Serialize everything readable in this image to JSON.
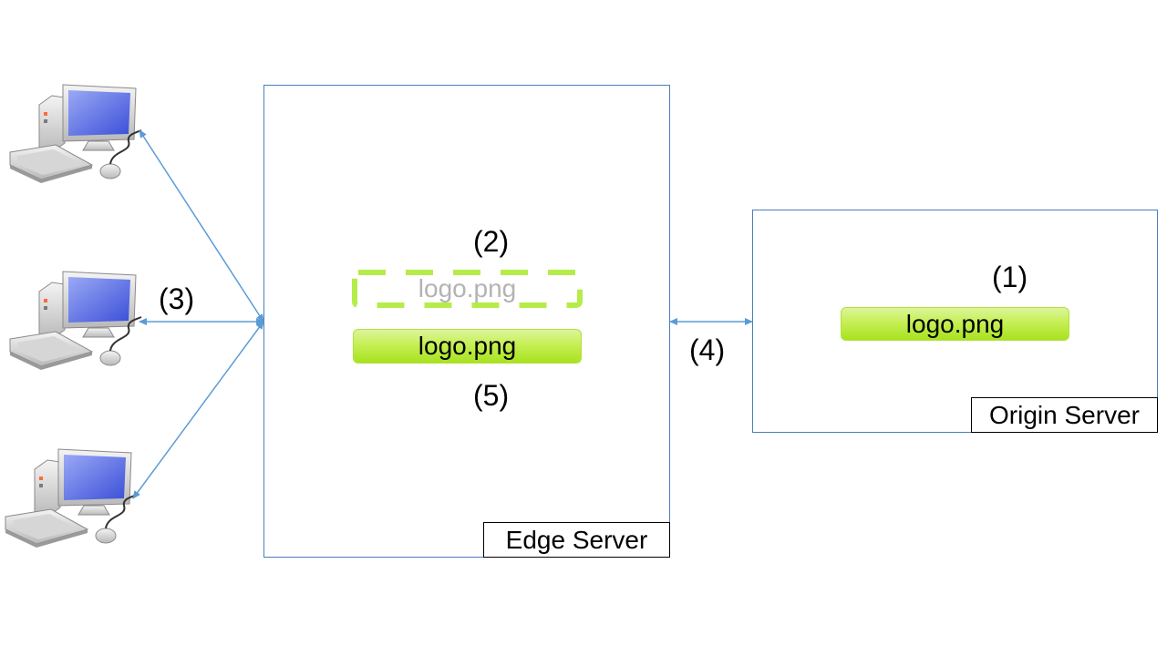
{
  "colors": {
    "connector": "#5b9bd5",
    "box_border": "#4a7ebb",
    "file_green": "#c6ef55",
    "ghost_green": "#b5ec4a",
    "ghost_text": "#b3b3b3"
  },
  "clients": [
    {
      "icon": "desktop-computer-icon"
    },
    {
      "icon": "desktop-computer-icon"
    },
    {
      "icon": "desktop-computer-icon"
    }
  ],
  "edge_server": {
    "label": "Edge Server",
    "cached_file_ghost": "logo.png",
    "cached_file": "logo.png"
  },
  "origin_server": {
    "label": "Origin Server",
    "file": "logo.png"
  },
  "steps": {
    "s1": "(1)",
    "s2": "(2)",
    "s3": "(3)",
    "s4": "(4)",
    "s5": "(5)"
  }
}
